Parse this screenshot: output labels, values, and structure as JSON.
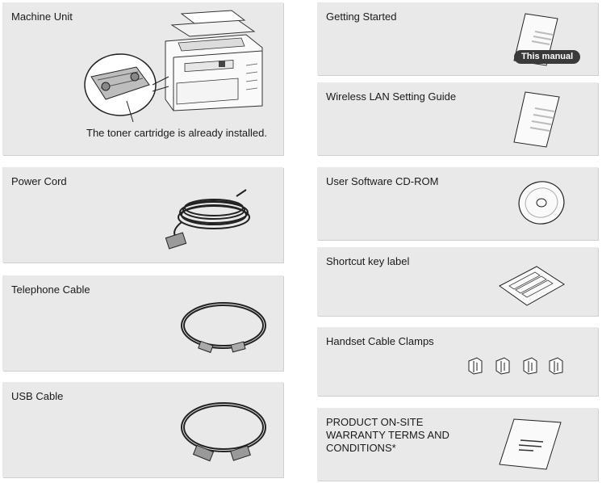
{
  "left_column": {
    "machine_unit": {
      "title": "Machine Unit",
      "caption": "The toner cartridge is already installed."
    },
    "power_cord": {
      "title": "Power Cord"
    },
    "telephone_cable": {
      "title": "Telephone Cable"
    },
    "usb_cable": {
      "title": "USB Cable"
    }
  },
  "right_column": {
    "getting_started": {
      "title": "Getting Started",
      "badge": "This manual"
    },
    "wireless_lan": {
      "title": "Wireless LAN Setting Guide"
    },
    "cd_rom": {
      "title": "User Software CD-ROM"
    },
    "shortcut_label": {
      "title": "Shortcut key label"
    },
    "handset_clamps": {
      "title": "Handset Cable Clamps"
    },
    "warranty": {
      "title": "PRODUCT ON-SITE WARRANTY TERMS AND CONDITIONS*"
    }
  },
  "icons": {
    "machine": "multifunction-printer-illustration",
    "toner": "toner-cartridge-illustration",
    "power_cord": "power-cord-illustration",
    "telephone_cable": "telephone-cable-illustration",
    "usb_cable": "usb-cable-illustration",
    "manual": "manual-booklet-illustration",
    "cd": "cd-rom-illustration",
    "label_sheet": "label-sheet-illustration",
    "clamps": "cable-clamp-illustration",
    "warranty_sheet": "warranty-document-illustration"
  },
  "colors": {
    "panel_bg": "#e9e9e9",
    "badge_bg": "#3a3a3a"
  }
}
